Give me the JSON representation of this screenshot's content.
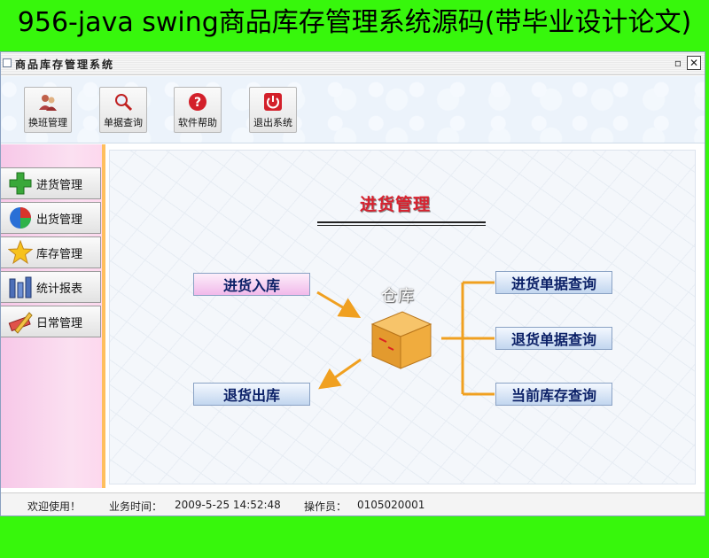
{
  "banner": {
    "text": "956-java swing商品库存管理系统源码(带毕业设计论文)"
  },
  "window": {
    "title": "商品库存管理系统",
    "controls": {
      "restore": "▫",
      "close": "✕"
    }
  },
  "toolbar": {
    "buttons": [
      {
        "label": "换班管理",
        "icon": "user-shift-icon"
      },
      {
        "label": "单据查询",
        "icon": "magnifier-icon"
      },
      {
        "label": "软件帮助",
        "icon": "help-icon"
      },
      {
        "label": "退出系统",
        "icon": "power-icon"
      }
    ]
  },
  "sidebar": {
    "items": [
      {
        "label": "进货管理",
        "icon": "green-plus-icon"
      },
      {
        "label": "出货管理",
        "icon": "pie-icon"
      },
      {
        "label": "库存管理",
        "icon": "star-icon"
      },
      {
        "label": "统计报表",
        "icon": "bar-chart-icon"
      },
      {
        "label": "日常管理",
        "icon": "ruler-pencil-icon"
      }
    ]
  },
  "main": {
    "title": "进货管理",
    "warehouse_label": "仓库",
    "left_links": [
      {
        "label": "进货入库"
      },
      {
        "label": "退货出库"
      }
    ],
    "right_links": [
      {
        "label": "进货单据查询"
      },
      {
        "label": "退货单据查询"
      },
      {
        "label": "当前库存查询"
      }
    ]
  },
  "status": {
    "welcome": "欢迎使用！",
    "time_label": "业务时间：",
    "time_value": "2009-5-25 14:52:48",
    "operator_label": "操作员：",
    "operator_value": "0105020001"
  },
  "colors": {
    "banner_bg": "#37f70c",
    "sidebar_bg": "#f7c8e8",
    "title_red": "#d8222f",
    "link_text": "#0a1f66",
    "arrow_orange": "#f0a020"
  }
}
